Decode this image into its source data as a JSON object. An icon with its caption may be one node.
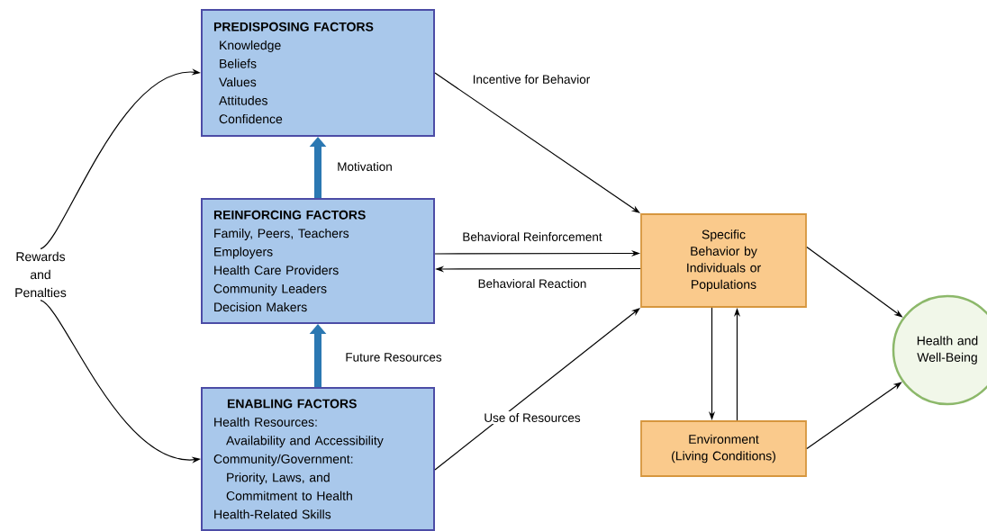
{
  "diagram": {
    "nodes": [
      {
        "text": [
          "PREDISPOSING FACTORS",
          "Knowledge",
          "Beliefs",
          "Values",
          "Attitudes",
          "Confidence"
        ]
      },
      {
        "text": [
          "REINFORCING FACTORS",
          "Family, Peers, Teachers",
          "Employers",
          "Health Care Providers",
          "Community Leaders",
          "Decision Makers"
        ]
      },
      {
        "text": [
          "ENABLING FACTORS",
          "Health Resources:",
          "Availability and Accessibility",
          "Community/Government:",
          "Priority, Laws, and",
          "Commitment to Health",
          "Health-Related Skills"
        ]
      },
      {
        "text": [
          "Specific Behavior by Individuals or Populations"
        ]
      },
      {
        "text": [
          "Environment (Living Conditions)"
        ]
      },
      {
        "text": [
          "Health and Well-Being"
        ]
      },
      {
        "text": [
          "Rewards and Penalties"
        ]
      }
    ],
    "edges": [
      {
        "from": 6,
        "to": 0,
        "arrow": "to"
      },
      {
        "from": 6,
        "to": 2,
        "arrow": "to"
      },
      {
        "from": 1,
        "to": 0,
        "arrow": "to",
        "label": "Motivation",
        "style": "thick",
        "color": "#2b78b2"
      },
      {
        "from": 2,
        "to": 1,
        "arrow": "to",
        "label": "Future Resources",
        "style": "thick",
        "color": "#2b78b2"
      },
      {
        "from": 0,
        "to": 3,
        "arrow": "to",
        "label": "Incentive for Behavior"
      },
      {
        "from": 1,
        "to": 3,
        "arrow": "to",
        "label": "Behavioral Reinforcement"
      },
      {
        "from": 3,
        "to": 1,
        "arrow": "to",
        "label": "Behavioral Reaction"
      },
      {
        "from": 2,
        "to": 3,
        "arrow": "to",
        "label": "Use of Resources"
      },
      {
        "from": 3,
        "to": 4,
        "arrow": "to"
      },
      {
        "from": 4,
        "to": 3,
        "arrow": "to"
      },
      {
        "from": 3,
        "to": 5,
        "arrow": "to"
      },
      {
        "from": 4,
        "to": 5,
        "arrow": "to"
      }
    ]
  }
}
